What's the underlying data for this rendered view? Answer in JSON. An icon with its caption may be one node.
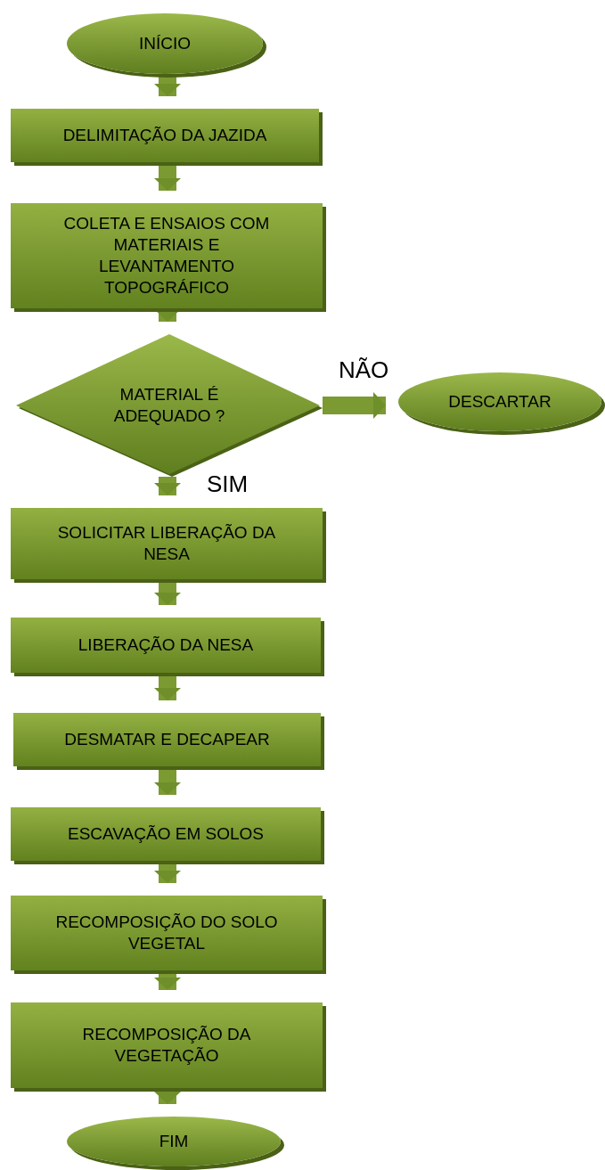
{
  "diagram": {
    "nodes": [
      {
        "text": [
          "INÍCIO"
        ]
      },
      {
        "text": [
          "DELIMITAÇÃO DA JAZIDA"
        ]
      },
      {
        "text": [
          "COLETA E ENSAIOS COM MATERIAIS E LEVANTAMENTO TOPOGRÁFICO"
        ]
      },
      {
        "text": [
          "MATERIAL É ADEQUADO ?"
        ]
      },
      {
        "text": [
          "DESCARTAR"
        ]
      },
      {
        "text": [
          "SOLICITAR LIBERAÇÃO DA NESA"
        ]
      },
      {
        "text": [
          "LIBERAÇÃO DA NESA"
        ]
      },
      {
        "text": [
          "DESMATAR E DECAPEAR"
        ]
      },
      {
        "text": [
          "ESCAVAÇÃO EM SOLOS"
        ]
      },
      {
        "text": [
          "RECOMPOSIÇÃO DO SOLO VEGETAL"
        ]
      },
      {
        "text": [
          "RECOMPOSIÇÃO DA VEGETAÇÃO"
        ]
      },
      {
        "text": [
          "FIM"
        ]
      }
    ],
    "edges": [
      {
        "from": 0,
        "to": 1,
        "arrow": "to"
      },
      {
        "from": 1,
        "to": 2,
        "arrow": "to"
      },
      {
        "from": 2,
        "to": 3,
        "arrow": "to"
      },
      {
        "from": 3,
        "to": 4,
        "arrow": "to",
        "label": "NÃO"
      },
      {
        "from": 3,
        "to": 5,
        "arrow": "to",
        "label": "SIM"
      },
      {
        "from": 5,
        "to": 6,
        "arrow": "to"
      },
      {
        "from": 6,
        "to": 7,
        "arrow": "to"
      },
      {
        "from": 7,
        "to": 8,
        "arrow": "to"
      },
      {
        "from": 8,
        "to": 9,
        "arrow": "to"
      },
      {
        "from": 9,
        "to": 10,
        "arrow": "to"
      },
      {
        "from": 10,
        "to": 11,
        "arrow": "to"
      }
    ]
  }
}
